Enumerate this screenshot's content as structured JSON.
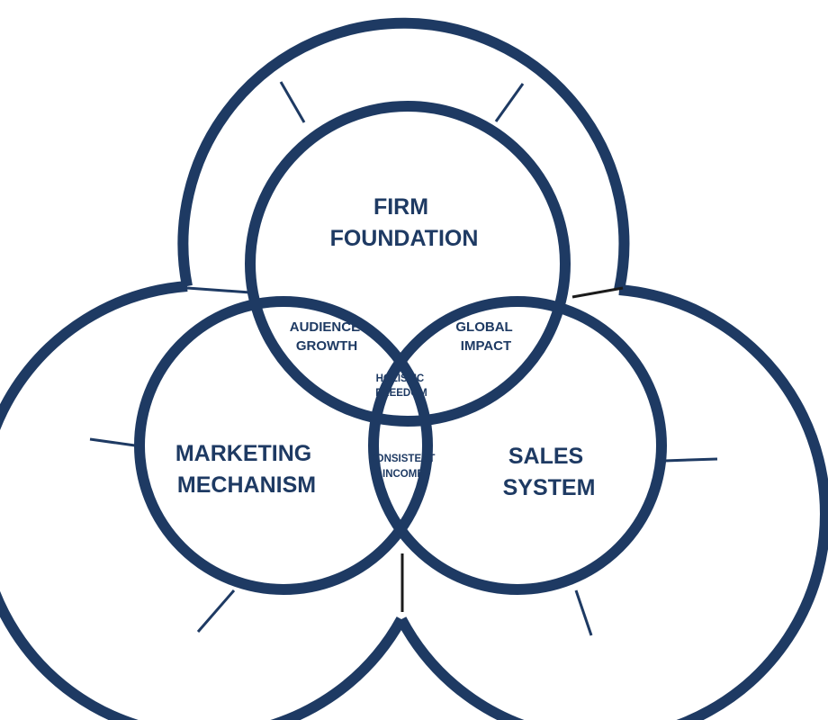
{
  "colors": {
    "primary": "#1e3a63",
    "outline": "#1b1b1b",
    "background": "#ffffff"
  },
  "circles": {
    "top": {
      "line1": "FIRM",
      "line2": "FOUNDATION"
    },
    "left": {
      "line1": "MARKETING",
      "line2": "MECHANISM"
    },
    "right": {
      "line1": "SALES",
      "line2": "SYSTEM"
    }
  },
  "overlaps": {
    "top_left": {
      "line1": "AUDIENCE",
      "line2": "GROWTH"
    },
    "top_right": {
      "line1": "GLOBAL",
      "line2": "IMPACT"
    },
    "left_right": {
      "line1": "CONSISTENT",
      "line2": "INCOME"
    },
    "center": {
      "line1": "HOLISTIC",
      "line2": "FREEDOM"
    }
  }
}
